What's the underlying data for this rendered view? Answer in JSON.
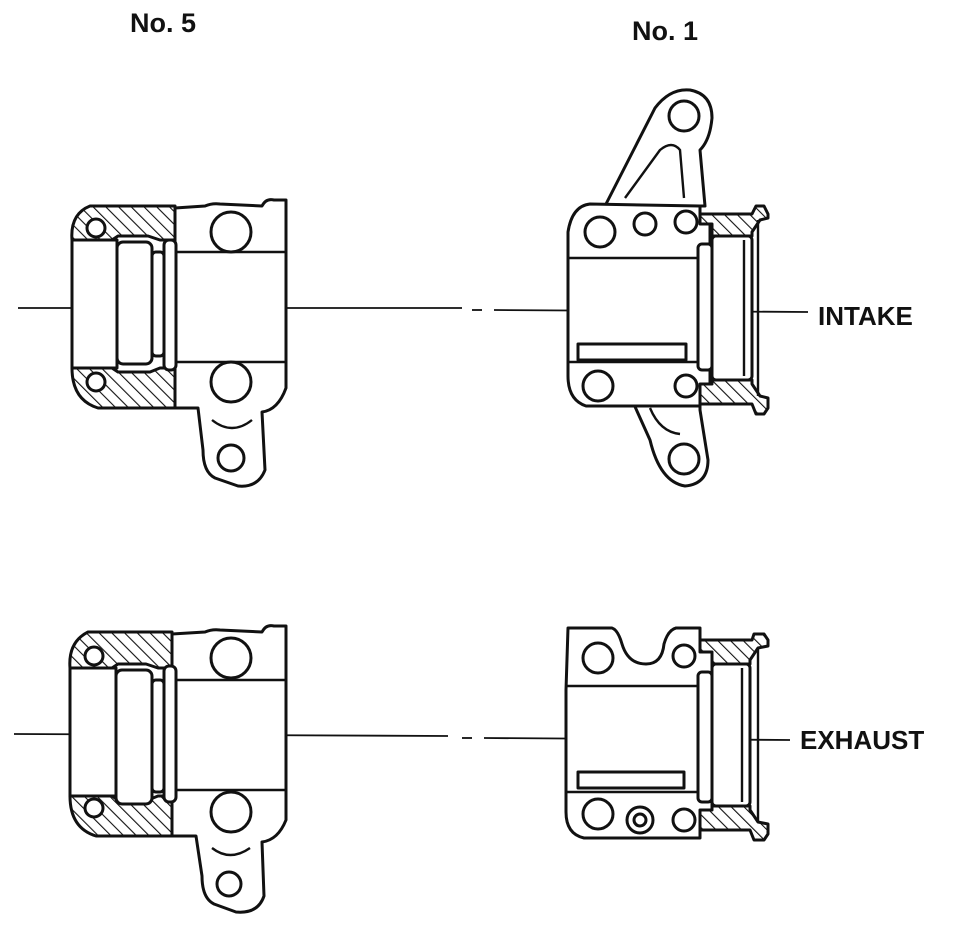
{
  "labels": {
    "no5": "No. 5",
    "no1": "No. 1",
    "intake": "INTAKE",
    "exhaust": "EXHAUST"
  },
  "colors": {
    "ink": "#111111",
    "paper": "#ffffff"
  }
}
